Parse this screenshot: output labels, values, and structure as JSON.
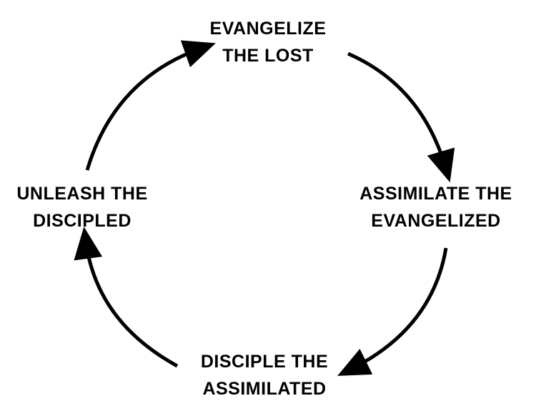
{
  "stages": [
    {
      "line1": "EVANGELIZE",
      "line2": "THE LOST"
    },
    {
      "line1": "ASSIMILATE THE",
      "line2": "EVANGELIZED"
    },
    {
      "line1": "DISCIPLE THE",
      "line2": "ASSIMILATED"
    },
    {
      "line1": "UNLEASH THE",
      "line2": "DISCIPLED"
    }
  ],
  "colors": {
    "arrow": "#000000",
    "text": "#000000",
    "background": "#ffffff"
  },
  "arrows": [
    {
      "from": "EVANGELIZE THE LOST",
      "to": "ASSIMILATE THE EVANGELIZED",
      "direction": "clockwise"
    },
    {
      "from": "ASSIMILATE THE EVANGELIZED",
      "to": "DISCIPLE THE ASSIMILATED",
      "direction": "clockwise"
    },
    {
      "from": "DISCIPLE THE ASSIMILATED",
      "to": "UNLEASH THE DISCIPLED",
      "direction": "clockwise"
    },
    {
      "from": "UNLEASH THE DISCIPLED",
      "to": "EVANGELIZE THE LOST",
      "direction": "clockwise"
    }
  ]
}
